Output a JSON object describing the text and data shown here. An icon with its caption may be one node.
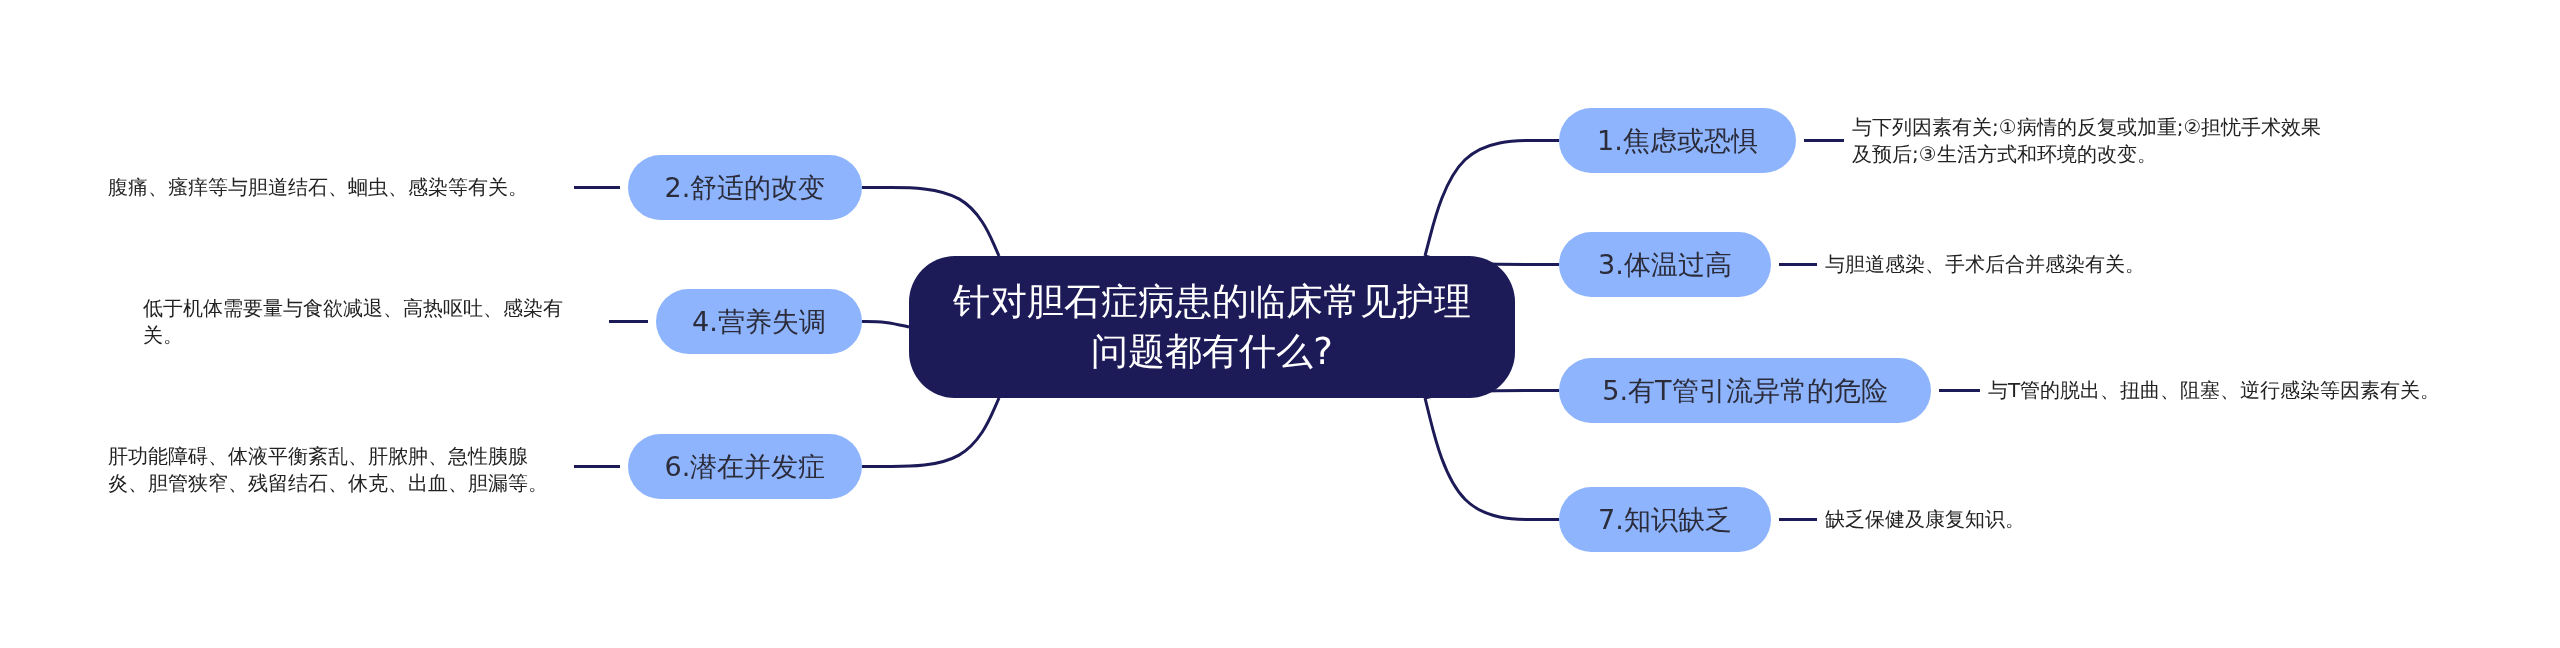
{
  "diagram": {
    "nodes": [
      {
        "text": [
          "针对胆石症病患的临床常见护理问题都有什么?"
        ]
      },
      {
        "text": [
          "1.焦虑或恐惧"
        ]
      },
      {
        "text": [
          "2.舒适的改变"
        ]
      },
      {
        "text": [
          "3.体温过高"
        ]
      },
      {
        "text": [
          "4.营养失调"
        ]
      },
      {
        "text": [
          "5.有T管引流异常的危险"
        ]
      },
      {
        "text": [
          "6.潜在并发症"
        ]
      },
      {
        "text": [
          "7.知识缺乏"
        ]
      },
      {
        "text": [
          "与下列因素有关;①病情的反复或加重;②担忧手术效果及预后;③生活方式和环境的改变。"
        ]
      },
      {
        "text": [
          "腹痛、瘙痒等与胆道结石、蛔虫、感染等有关。"
        ]
      },
      {
        "text": [
          "与胆道感染、手术后合并感染有关。"
        ]
      },
      {
        "text": [
          "低于机体需要量与食欲减退、高热呕吐、感染有关。"
        ]
      },
      {
        "text": [
          "与T管的脱出、扭曲、阻塞、逆行感染等因素有关。"
        ]
      },
      {
        "text": [
          "肝功能障碍、体液平衡紊乱、肝脓肿、急性胰腺炎、胆管狭窄、残留结石、休克、出血、胆漏等。"
        ]
      },
      {
        "text": [
          "缺乏保健及康复知识。"
        ]
      }
    ],
    "edges": [
      {
        "from": 0,
        "to": 1,
        "arrow": "none"
      },
      {
        "from": 0,
        "to": 2,
        "arrow": "none"
      },
      {
        "from": 0,
        "to": 3,
        "arrow": "none"
      },
      {
        "from": 0,
        "to": 4,
        "arrow": "none"
      },
      {
        "from": 0,
        "to": 5,
        "arrow": "none"
      },
      {
        "from": 0,
        "to": 6,
        "arrow": "none"
      },
      {
        "from": 0,
        "to": 7,
        "arrow": "none"
      },
      {
        "from": 1,
        "to": 8,
        "arrow": "none"
      },
      {
        "from": 2,
        "to": 9,
        "arrow": "none"
      },
      {
        "from": 3,
        "to": 10,
        "arrow": "none"
      },
      {
        "from": 4,
        "to": 11,
        "arrow": "none"
      },
      {
        "from": 5,
        "to": 12,
        "arrow": "none"
      },
      {
        "from": 6,
        "to": 13,
        "arrow": "none"
      },
      {
        "from": 7,
        "to": 14,
        "arrow": "none"
      }
    ]
  }
}
